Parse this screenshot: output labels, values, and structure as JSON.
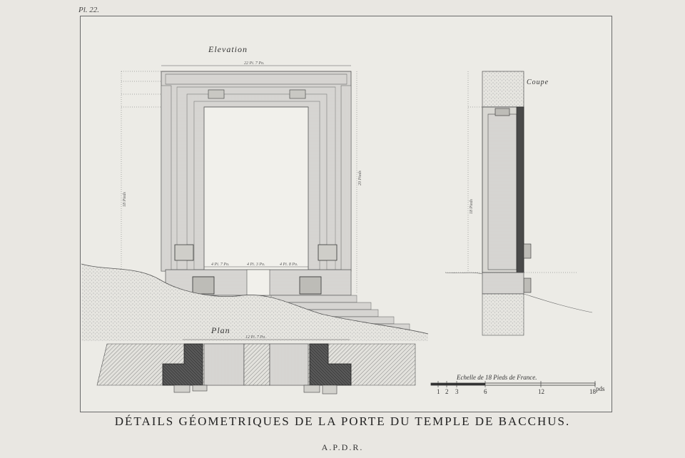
{
  "plate_number": "Pl. 22.",
  "labels": {
    "elevation": "Elevation",
    "section": "Coupe",
    "plan": "Plan"
  },
  "dimensions": {
    "total_width": "22 Pi. 7 Po.",
    "height_left": "18 Pieds",
    "height_right": "20 Pieds",
    "opening_left": "4 Pi. 7 Po.",
    "opening_mid": "4 Pi. 3 Po.",
    "opening_right": "4 Pi. 8 Po.",
    "section_height": "18 Pieds",
    "plan_mid": "12 Pi. 7 Po."
  },
  "scale": {
    "title": "Echelle de 18 Pieds de France.",
    "ticks": [
      "1",
      "2",
      "3",
      "6",
      "12",
      "18"
    ],
    "unit": "pds"
  },
  "title": "DÉTAILS GÉOMETRIQUES DE LA PORTE DU TEMPLE DE BACCHUS.",
  "subtitle": "A.P.D.R."
}
